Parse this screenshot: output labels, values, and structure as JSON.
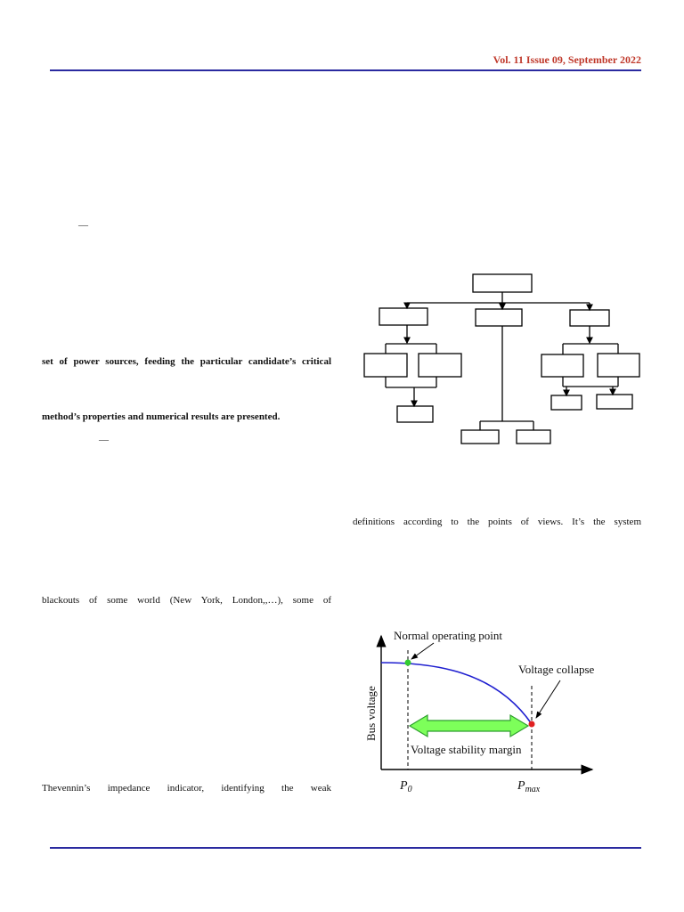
{
  "header": {
    "volume_issue": "Vol. 11 Issue 09, September 2022"
  },
  "left_column": {
    "dash_1": "—",
    "line_sources": "set of power sources, feeding the particular candidate’s critical",
    "line_method": "method’s properties and numerical results are presented.",
    "dash_2": "—",
    "line_blackouts": "blackouts of some world (New York, London,,…), some of",
    "line_thevennin": "Thevennin’s impedance indicator, identifying the weak"
  },
  "right_column": {
    "line_definitions": "definitions according to the points of views. It’s the system"
  },
  "figure_2": {
    "labels": {
      "normal_operating_point": "Normal operating point",
      "voltage_collapse_point": "Voltage collapse point",
      "ylabel": "Bus voltage",
      "margin": "Voltage stability margin",
      "p0_main": "P",
      "p0_sub": "0",
      "pmax_main": "P",
      "pmax_sub": "max"
    },
    "colors": {
      "curve": "#1f1fd0",
      "normal_point": "#33cc33",
      "collapse_point": "#e02020",
      "arrow_fill": "#7dff5a",
      "arrow_stroke": "#2e9e2e"
    }
  }
}
